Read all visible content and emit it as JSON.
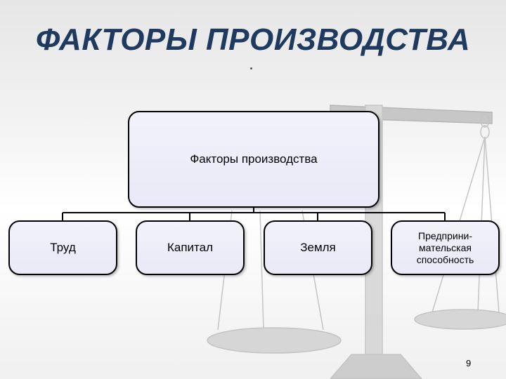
{
  "slide": {
    "title": "ФАКТОРЫ ПРОИЗВОДСТВА",
    "page_number": "9"
  },
  "diagram": {
    "root": {
      "label": "Факторы производства"
    },
    "children": [
      {
        "label": "Труд"
      },
      {
        "label": "Капитал"
      },
      {
        "label": "Земля"
      },
      {
        "label": "Предприни-\nмательская\nспособность"
      }
    ]
  },
  "background": {
    "image": "scales-of-justice"
  },
  "colors": {
    "title": "#1f3a5f",
    "box_fill": "#eeeefa",
    "box_border": "#000000"
  }
}
